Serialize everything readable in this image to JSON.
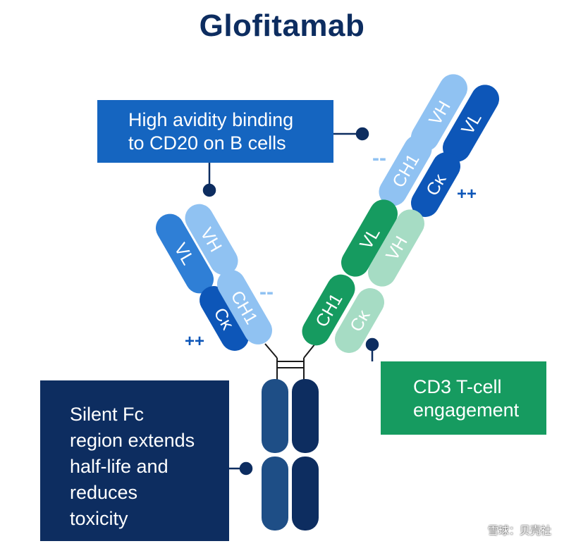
{
  "title": "Glofitamab",
  "callouts": {
    "cd20": {
      "lines": [
        "High avidity binding",
        "to CD20 on B cells"
      ]
    },
    "cd3": {
      "lines": [
        "CD3 T-cell",
        "engagement"
      ]
    },
    "fc": {
      "lines": [
        "Silent Fc",
        "region extends",
        "half-life and",
        "reduces",
        "toxicity"
      ]
    }
  },
  "domains": {
    "vh": "VH",
    "vl": "VL",
    "ch1": "CH1",
    "ck": "Cκ"
  },
  "charges": {
    "neg": "--",
    "pos": "++"
  },
  "colors": {
    "title": "#0d2d60",
    "cd20_blue": "#1565c0",
    "light_blue": "#90c2f2",
    "mid_blue": "#2f7fd6",
    "dark_blue": "#0d56b8",
    "green": "#169b60",
    "light_green": "#a6dcc4",
    "navy": "#0d2d60",
    "fc_light": "#1e4e86"
  },
  "watermark": "雪球：贝壳社"
}
